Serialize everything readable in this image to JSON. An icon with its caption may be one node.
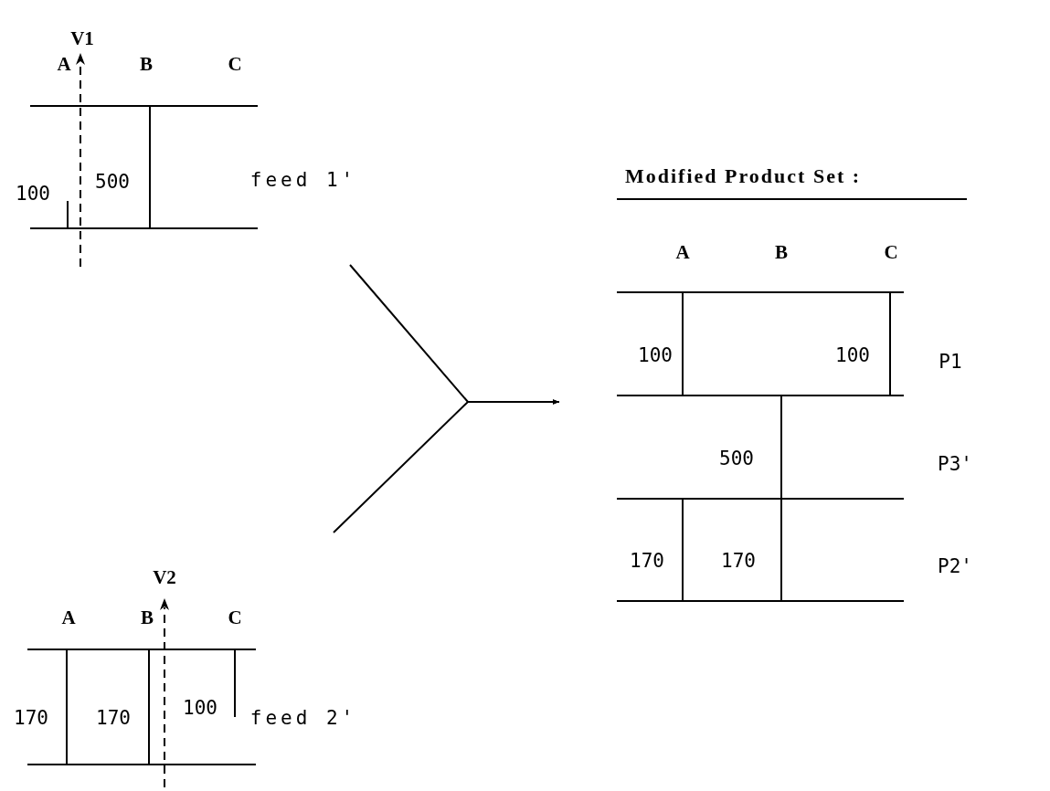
{
  "diagram": {
    "nodes": [
      {
        "text": [
          "100",
          "500"
        ],
        "beside": [
          "feed 1'"
        ]
      },
      {
        "text": [
          "170",
          "170",
          "100"
        ],
        "beside": [
          "feed 2'"
        ]
      },
      {
        "text": [
          "Modified Product Set :"
        ]
      },
      {
        "text": [
          "100",
          "100"
        ],
        "beside": [
          "P1"
        ],
        "in": 2
      },
      {
        "text": [
          "500"
        ],
        "beside": [
          "P3'"
        ],
        "in": 2
      },
      {
        "text": [
          "170",
          "170"
        ],
        "beside": [
          "P2'"
        ],
        "in": 2
      }
    ],
    "edges": [
      {
        "from": null,
        "to": 2,
        "arrow": "to"
      },
      {
        "from": null,
        "to": 2,
        "arrow": "to"
      }
    ],
    "labels": [
      "V1",
      "A",
      "B",
      "C",
      "A",
      "B",
      "C",
      "V2",
      "A",
      "B",
      "C"
    ]
  }
}
